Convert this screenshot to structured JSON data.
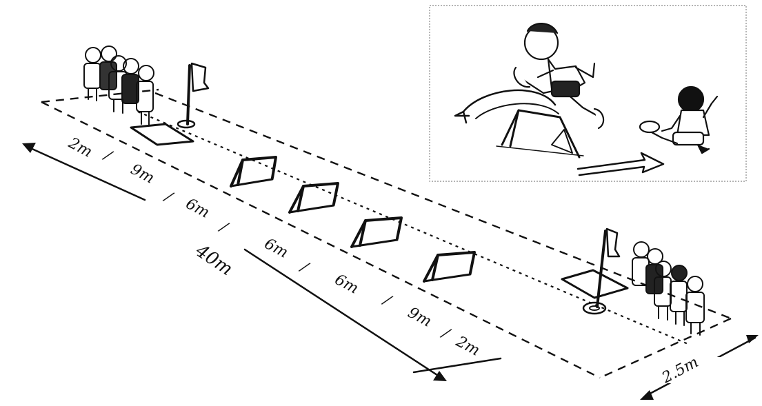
{
  "segments": [
    "2m",
    "9m",
    "6m",
    "6m",
    "6m",
    "9m",
    "2m"
  ],
  "total_length": "40m",
  "lane_width": "2.5m",
  "colors": {
    "ink": "#111111",
    "background": "#ffffff"
  },
  "inset": {
    "description_icons": [
      "child-jumping-icon",
      "child-running-icon",
      "hurdle-icon",
      "arrow-icon"
    ]
  }
}
